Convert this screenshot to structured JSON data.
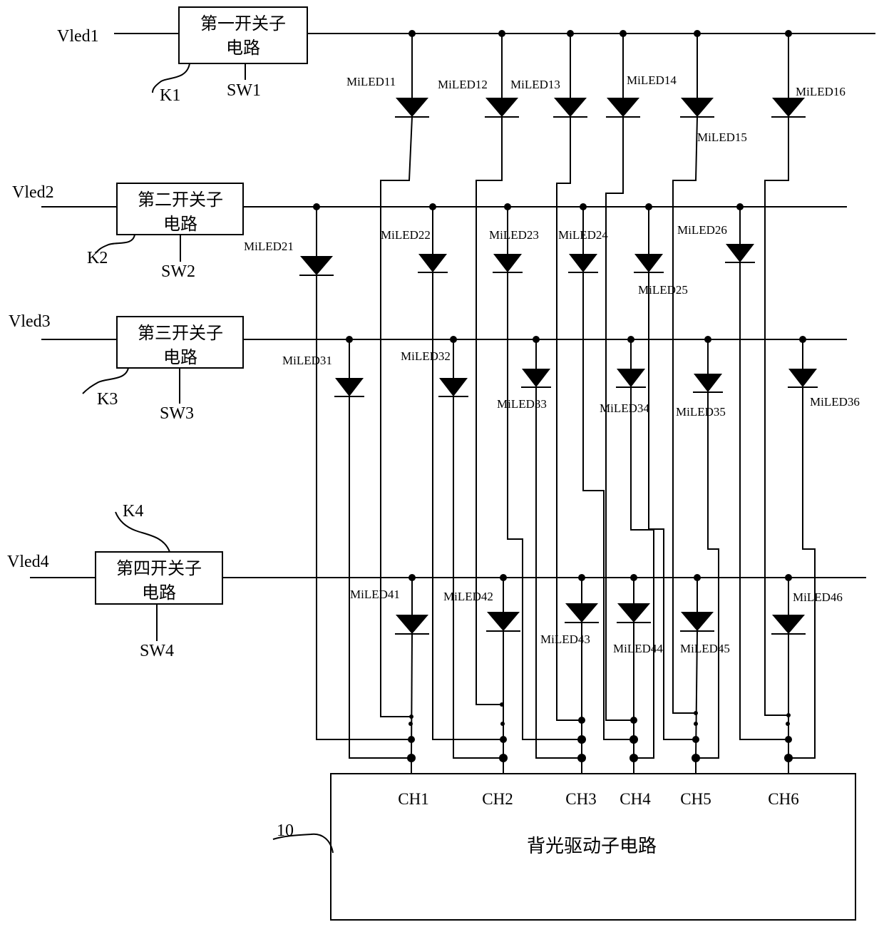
{
  "power_inputs": [
    "Vled1",
    "Vled2",
    "Vled3",
    "Vled4"
  ],
  "switch_circuits": [
    {
      "ref": "K1",
      "line1": "第一开关子",
      "line2": "电路",
      "sw": "SW1"
    },
    {
      "ref": "K2",
      "line1": "第二开关子",
      "line2": "电路",
      "sw": "SW2"
    },
    {
      "ref": "K3",
      "line1": "第三开关子",
      "line2": "电路",
      "sw": "SW3"
    },
    {
      "ref": "K4",
      "line1": "第四开关子",
      "line2": "电路",
      "sw": "SW4"
    }
  ],
  "leds": [
    [
      "MiLED11",
      "MiLED12",
      "MiLED13",
      "MiLED14",
      "MiLED15",
      "MiLED16"
    ],
    [
      "MiLED21",
      "MiLED22",
      "MiLED23",
      "MiLED24",
      "MiLED25",
      "MiLED26"
    ],
    [
      "MiLED31",
      "MiLED32",
      "MiLED33",
      "MiLED34",
      "MiLED35",
      "MiLED36"
    ],
    [
      "MiLED41",
      "MiLED42",
      "MiLED43",
      "MiLED44",
      "MiLED45",
      "MiLED46"
    ]
  ],
  "channels": [
    "CH1",
    "CH2",
    "CH3",
    "CH4",
    "CH5",
    "CH6"
  ],
  "driver": {
    "ref": "10",
    "label": "背光驱动子电路"
  }
}
